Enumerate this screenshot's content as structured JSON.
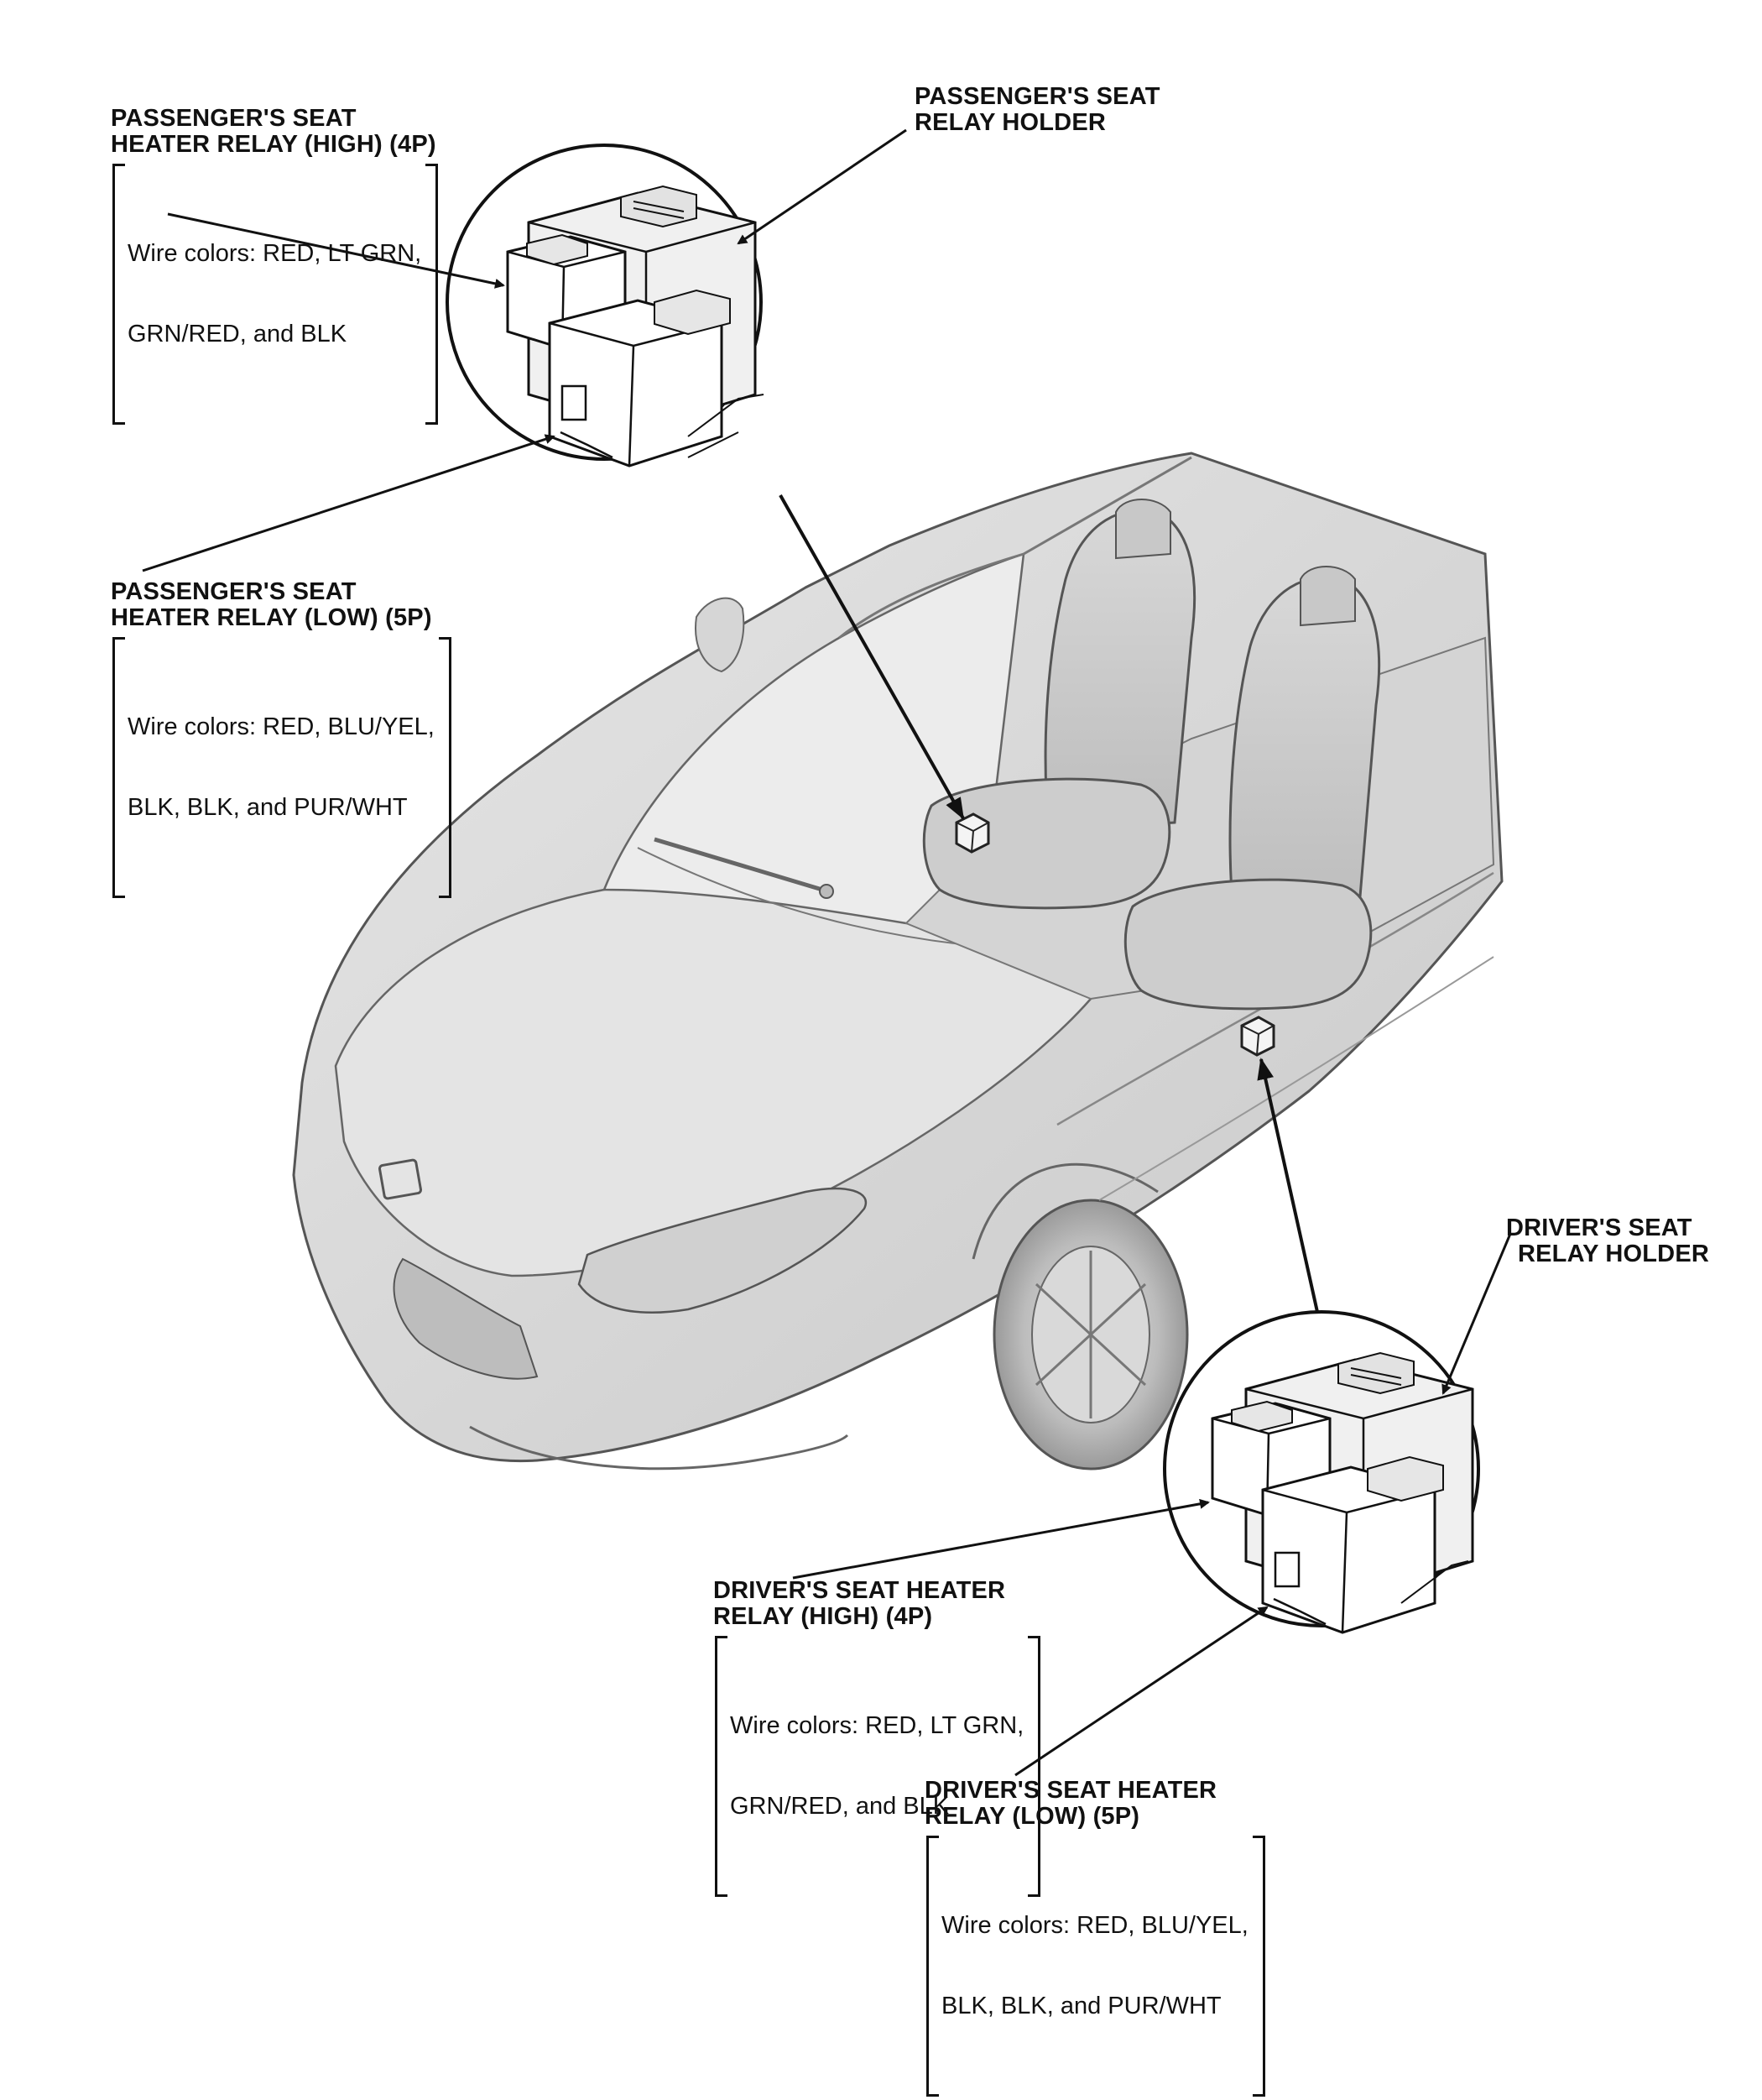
{
  "callouts": {
    "pass_high": {
      "title_1": "PASSENGER'S SEAT",
      "title_2": "HEATER RELAY (HIGH) (4P)",
      "wires_1": "Wire colors: RED, LT GRN,",
      "wires_2": "GRN/RED, and BLK"
    },
    "pass_holder": {
      "title_1": "PASSENGER'S SEAT",
      "title_2": "RELAY HOLDER"
    },
    "pass_low": {
      "title_1": "PASSENGER'S SEAT",
      "title_2": "HEATER RELAY (LOW) (5P)",
      "wires_1": "Wire colors: RED, BLU/YEL,",
      "wires_2": "BLK, BLK, and PUR/WHT"
    },
    "drv_holder": {
      "title_1": "DRIVER'S SEAT",
      "title_2": "RELAY HOLDER"
    },
    "drv_high": {
      "title_1": "DRIVER'S SEAT HEATER",
      "title_2": "RELAY (HIGH) (4P)",
      "wires_1": "Wire colors: RED, LT GRN,",
      "wires_2": "GRN/RED, and BLK"
    },
    "drv_low": {
      "title_1": "DRIVER'S SEAT HEATER",
      "title_2": "RELAY (LOW) (5P)",
      "wires_1": "Wire colors: RED, BLU/YEL,",
      "wires_2": "BLK, BLK, and PUR/WHT"
    }
  },
  "colors": {
    "ink": "#111111",
    "body_fill": "#dcdcdc",
    "body_shade": "#c4c4c4",
    "glass_fill": "#e8e8e8",
    "seat_fill": "#cfcfcf"
  },
  "icons": [
    "relay-holder-icon",
    "relay-icon",
    "car-illustration",
    "seat-illustration",
    "arrow-icon"
  ]
}
